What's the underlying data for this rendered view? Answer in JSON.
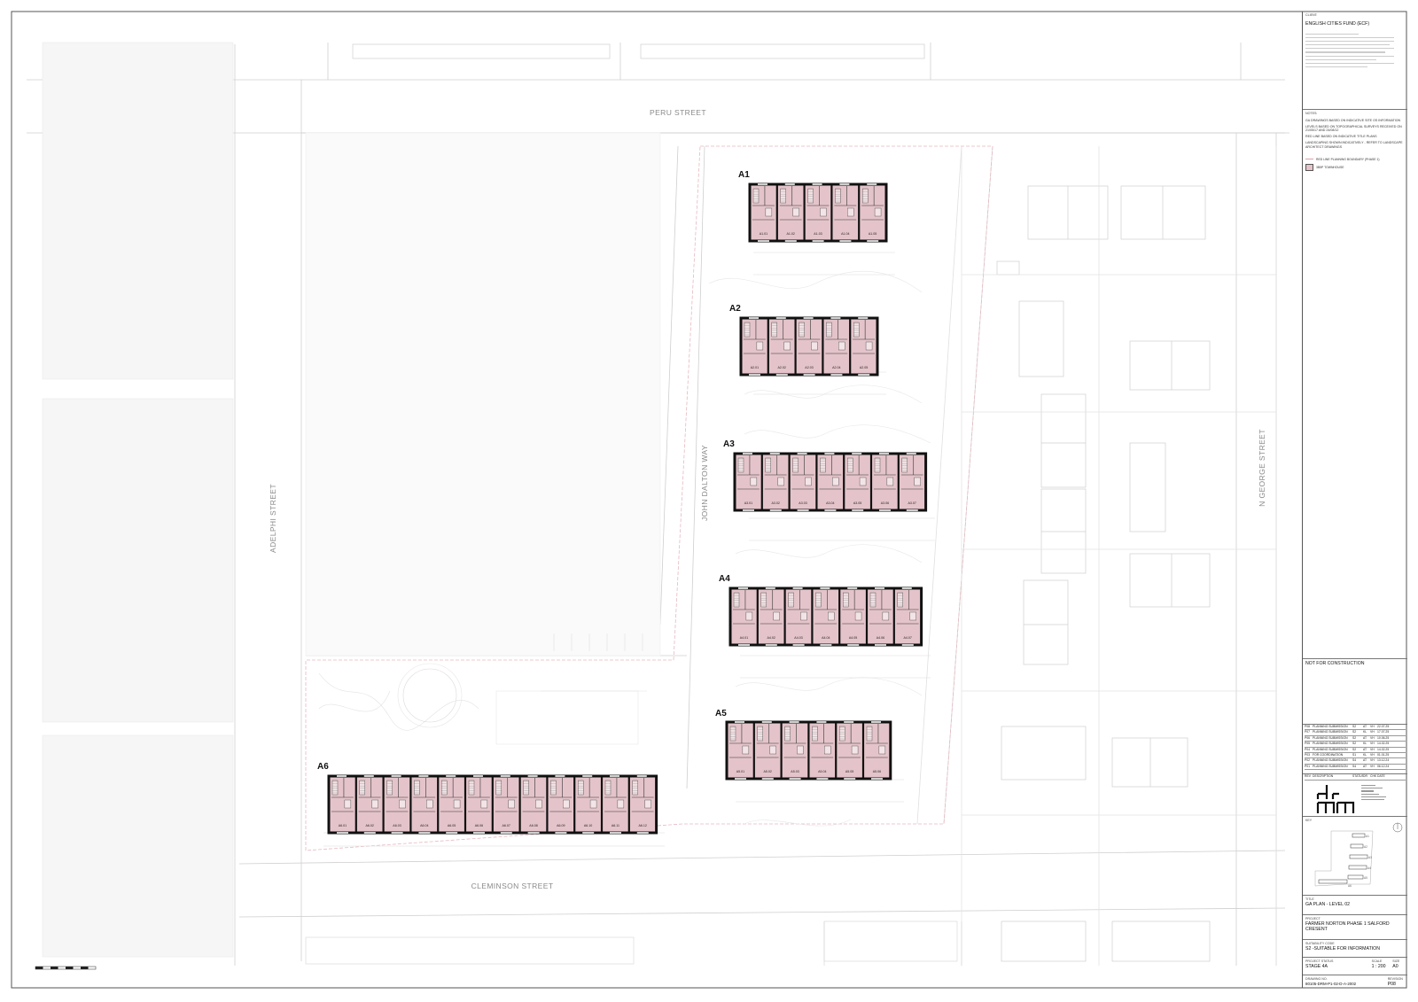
{
  "drawing": {
    "streets": {
      "peru": "PERU STREET",
      "adelphi": "ADELPHI STREET",
      "john_dalton": "JOHN DALTON WAY",
      "n_george": "N GEORGE STREET",
      "cleminson": "CLEMINSON STREET"
    },
    "blocks": [
      {
        "label": "A1",
        "units": [
          "A1.01",
          "A1.02",
          "A1.03",
          "A1.04",
          "A1.05"
        ]
      },
      {
        "label": "A2",
        "units": [
          "A2.01",
          "A2.02",
          "A2.03",
          "A2.04",
          "A2.05"
        ]
      },
      {
        "label": "A3",
        "units": [
          "A3.01",
          "A3.02",
          "A3.03",
          "A3.04",
          "A3.05",
          "A3.06",
          "A3.07"
        ]
      },
      {
        "label": "A4",
        "units": [
          "A4.01",
          "A4.02",
          "A4.03",
          "A4.04",
          "A4.05",
          "A4.06",
          "A4.07"
        ]
      },
      {
        "label": "A5",
        "units": [
          "A5.01",
          "A5.02",
          "A5.03",
          "A5.04",
          "A5.05",
          "A5.06"
        ]
      },
      {
        "label": "A6",
        "units": [
          "A6.01",
          "A6.02",
          "A6.03",
          "A6.04",
          "A6.05",
          "A6.06",
          "A6.07",
          "A6.08",
          "A6.09",
          "A6.10",
          "A6.11",
          "A6.12"
        ]
      }
    ],
    "colors": {
      "townhouse_fill": "#e4c4ca",
      "wall": "#111111",
      "red_line": "#d9a0a8",
      "context_line": "#c8c8c8"
    }
  },
  "title_block": {
    "client_caption": "CLIENT:",
    "client": "ENGLISH CITIES FUND (ECF)",
    "notes_caption": "NOTES:",
    "notes": [
      "GA DRAWINGS BASED ON INDICATIVE SITE OS INFORMATION",
      "LEVELS BASED ON TOPOGRAPHICAL SURVEYS RECEIVED ON 21/05/17 AND 24/08/12",
      "RED LINE BASED ON INDICATIVE TITLE PLANS",
      "LANDSCAPING SHOWN INDICATIVELY - REFER TO LANDSCAPE ARCHITECT DRAWINGS"
    ],
    "legend": {
      "red_line": "RED LINE PLANNING BOUNDARY (PHASE 1)",
      "townhouse": "3B5P TOWNHOUSE"
    },
    "not_for_construction": "NOT FOR CONSTRUCTION",
    "revisions": [
      [
        "P08",
        "PLANNING SUBMISSION",
        "S2",
        "AT",
        "VH",
        "22.07.25"
      ],
      [
        "P07",
        "PLANNING SUBMISSION",
        "S2",
        "KL",
        "VH",
        "17.07.25"
      ],
      [
        "P06",
        "PLANNING SUBMISSION",
        "S2",
        "AT",
        "VH",
        "10.06.25"
      ],
      [
        "P05",
        "PLANNING SUBMISSION",
        "S2",
        "KL",
        "VH",
        "14.02.25"
      ],
      [
        "P04",
        "PLANNING SUBMISSION",
        "S2",
        "AT",
        "VH",
        "14.02.25"
      ],
      [
        "P03",
        "FOR COORDINATION",
        "S1",
        "KL",
        "VH",
        "01.01.25"
      ],
      [
        "P02",
        "PLANNING SUBMISSION",
        "S4",
        "AT",
        "VH",
        "13.12.24"
      ],
      [
        "P01",
        "PLANNING SUBMISSION",
        "S4",
        "AT",
        "VH",
        "06.12.24"
      ]
    ],
    "rev_headers": [
      "REV",
      "DESCRIPTION",
      "STATUS",
      "DR",
      "CHK",
      "DATE"
    ],
    "key_caption": "KEY",
    "key_labels": [
      "A1",
      "A2",
      "A3",
      "A4",
      "A5",
      "A6"
    ],
    "title_caption": "TITLE",
    "title": "GA PLAN - LEVEL 02",
    "project_caption": "PROJECT",
    "project": "FARMER NORTON PHASE 1 SALFORD CRESENT",
    "suitability_caption": "SUITABILITY CODE",
    "suitability": "S2 -SUITABLE FOR INFORMATION",
    "status_caption": "PROJECT STATUS",
    "status": "STAGE 4A",
    "scale_caption": "SCALE",
    "scale": "1 : 200",
    "size_caption": "SIZE",
    "size": "A0",
    "drawing_no_caption": "DRAWING NO.",
    "drawing_no": "80105-DRM-P1-02-D-A-2002",
    "revision_caption": "REVISION",
    "revision": "P08"
  }
}
